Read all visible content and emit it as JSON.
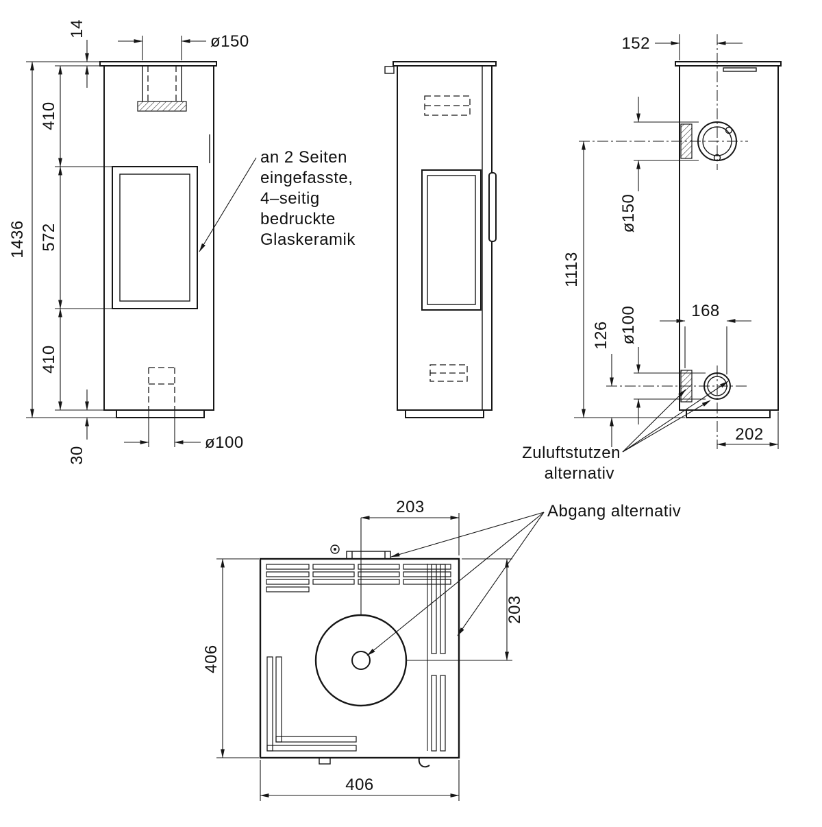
{
  "front": {
    "dims": {
      "plate_thickness": "14",
      "flue_diameter": "ø150",
      "upper_height": "410",
      "window_height": "572",
      "lower_height": "410",
      "total_height": "1436",
      "plinth_height": "30",
      "base_diameter": "ø100"
    },
    "annotation_lines": [
      "an 2 Seiten",
      "eingefasste,",
      "4–seitig",
      "bedruckte",
      "Glaskeramik"
    ]
  },
  "back": {
    "dims": {
      "flue_offset": "152",
      "flue_diameter": "ø150",
      "flue_center_height": "1113",
      "air_center_height": "126",
      "air_diameter": "ø100",
      "air_span": "168",
      "base_offset": "202"
    },
    "labels": {
      "zuluft_line1": "Zuluftstutzen",
      "zuluft_line2": "alternativ",
      "abgang": "Abgang alternativ"
    }
  },
  "top": {
    "dims": {
      "half_width": "203",
      "half_depth": "203",
      "depth": "406",
      "width": "406"
    }
  }
}
